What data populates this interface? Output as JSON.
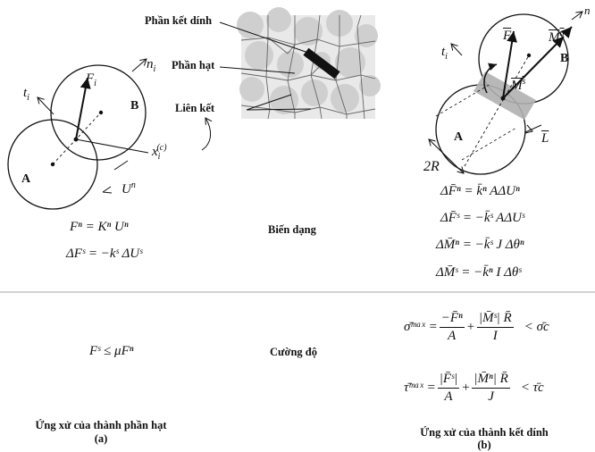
{
  "panel_a": {
    "labels": {
      "A": "A",
      "B": "B",
      "F": "F",
      "F_sub": "i",
      "t": "t",
      "t_sub": "i",
      "n": "n",
      "n_sub": "i",
      "x": "x",
      "x_sub": "i",
      "x_sup": "(c)",
      "U": "U",
      "U_sup": "n"
    },
    "eq1": "Fⁿ = Kⁿ Uⁿ",
    "eq2": "ΔFˢ = −kˢ ΔUˢ",
    "strength_eq": "Fˢ ≤ μFⁿ",
    "caption": "Ứng xử của thành phần hạt",
    "caption_sub": "(a)"
  },
  "middle": {
    "label_bond": "Phần kết dính",
    "label_particle": "Phần hạt",
    "label_link": "Liên kết",
    "deformation": "Biến dạng",
    "strength": "Cường độ"
  },
  "panel_b": {
    "labels": {
      "A": "A",
      "B": "B",
      "F": "F",
      "F_sub": "i",
      "M": "M",
      "M_sup": "n",
      "Ms": "M",
      "Ms_sup": "s",
      "t": "t",
      "t_sub": "i",
      "n": "n",
      "L": "L",
      "twoR": "2R"
    },
    "eq1": "ΔF̄ⁿ = k̄ⁿ AΔUⁿ",
    "eq2": "ΔF̄ˢ = −k̄ˢ AΔUˢ",
    "eq3": "ΔM̄ⁿ = −k̄ˢ J Δθⁿ",
    "eq4": "ΔM̄ˢ = −k̄ⁿ I Δθˢ",
    "sigma": {
      "lhs": "σ̄ᵐᵃˣ =",
      "num1": "−F̄ⁿ",
      "den1": "A",
      "num2": "|M̄ˢ| R̄",
      "den2": "I",
      "rhs": "< σ̄c"
    },
    "tau": {
      "lhs": "τ̄ᵐᵃˣ =",
      "num1": "|F̄ˢ|",
      "den1": "A",
      "num2": "|M̄ⁿ| R̄",
      "den2": "J",
      "rhs": "< τ̄c"
    },
    "caption": "Ứng xử của thành kết dính",
    "caption_sub": "(b)"
  }
}
